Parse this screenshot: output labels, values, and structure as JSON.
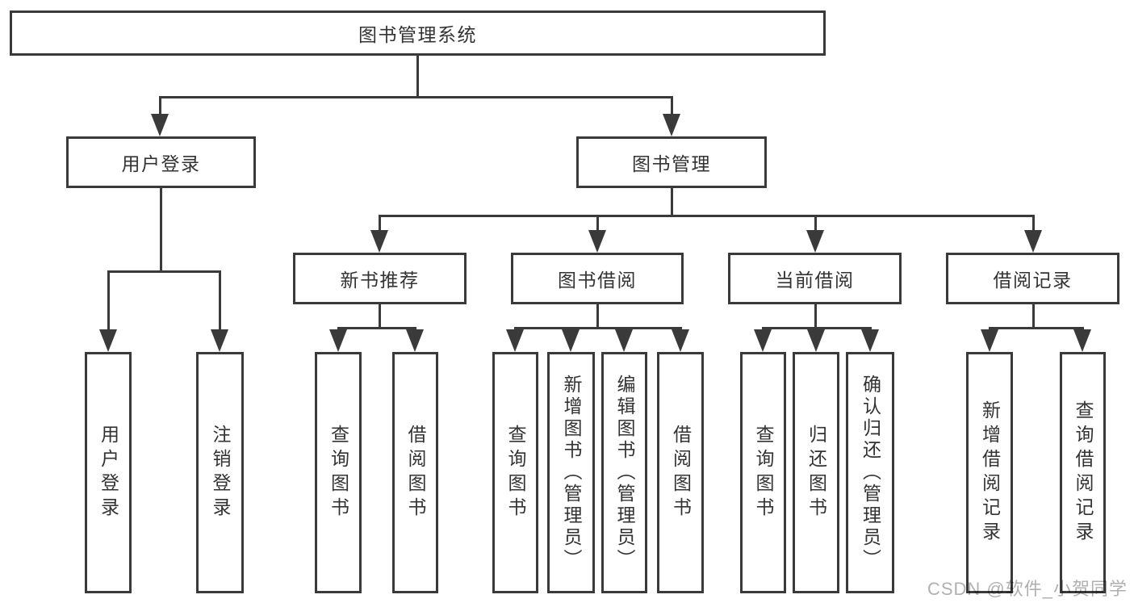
{
  "colors": {
    "background": "#ffffff",
    "box_border": "#3a3a3a",
    "connector_line": "#3a3a3a",
    "text": "#333333",
    "watermark_text": "#b0b0b0"
  },
  "watermark": {
    "text": "CSDN @软件_小贺同学"
  },
  "diagram": {
    "root": {
      "id": "system",
      "label": "图书管理系统"
    },
    "level2": [
      {
        "id": "user-login",
        "label": "用户登录",
        "parent": "system"
      },
      {
        "id": "book-management",
        "label": "图书管理",
        "parent": "system"
      }
    ],
    "level3": [
      {
        "id": "new-book-recommend",
        "label": "新书推荐",
        "parent": "book-management"
      },
      {
        "id": "book-borrow",
        "label": "图书借阅",
        "parent": "book-management"
      },
      {
        "id": "current-borrow",
        "label": "当前借阅",
        "parent": "book-management"
      },
      {
        "id": "borrow-records",
        "label": "借阅记录",
        "parent": "book-management"
      }
    ],
    "leaves": [
      {
        "id": "leaf-user-login",
        "label": "用户登录",
        "parent": "user-login"
      },
      {
        "id": "leaf-logout",
        "label": "注销登录",
        "parent": "user-login"
      },
      {
        "id": "leaf-query-book-recommend",
        "label": "查询图书",
        "parent": "new-book-recommend"
      },
      {
        "id": "leaf-borrow-book-recommend",
        "label": "借阅图书",
        "parent": "new-book-recommend"
      },
      {
        "id": "leaf-query-book-borrow",
        "label": "查询图书",
        "parent": "book-borrow"
      },
      {
        "id": "leaf-add-book-admin",
        "label": "新增图书（管理员）",
        "parent": "book-borrow"
      },
      {
        "id": "leaf-edit-book-admin",
        "label": "编辑图书（管理员）",
        "parent": "book-borrow"
      },
      {
        "id": "leaf-borrow-book",
        "label": "借阅图书",
        "parent": "book-borrow"
      },
      {
        "id": "leaf-query-book-current",
        "label": "查询图书",
        "parent": "current-borrow"
      },
      {
        "id": "leaf-return-book",
        "label": "归还图书",
        "parent": "current-borrow"
      },
      {
        "id": "leaf-confirm-return-admin",
        "label": "确认归还（管理员）",
        "parent": "current-borrow"
      },
      {
        "id": "leaf-add-borrow-record",
        "label": "新增借阅记录",
        "parent": "borrow-records"
      },
      {
        "id": "leaf-query-borrow-record",
        "label": "查询借阅记录",
        "parent": "borrow-records"
      }
    ]
  }
}
